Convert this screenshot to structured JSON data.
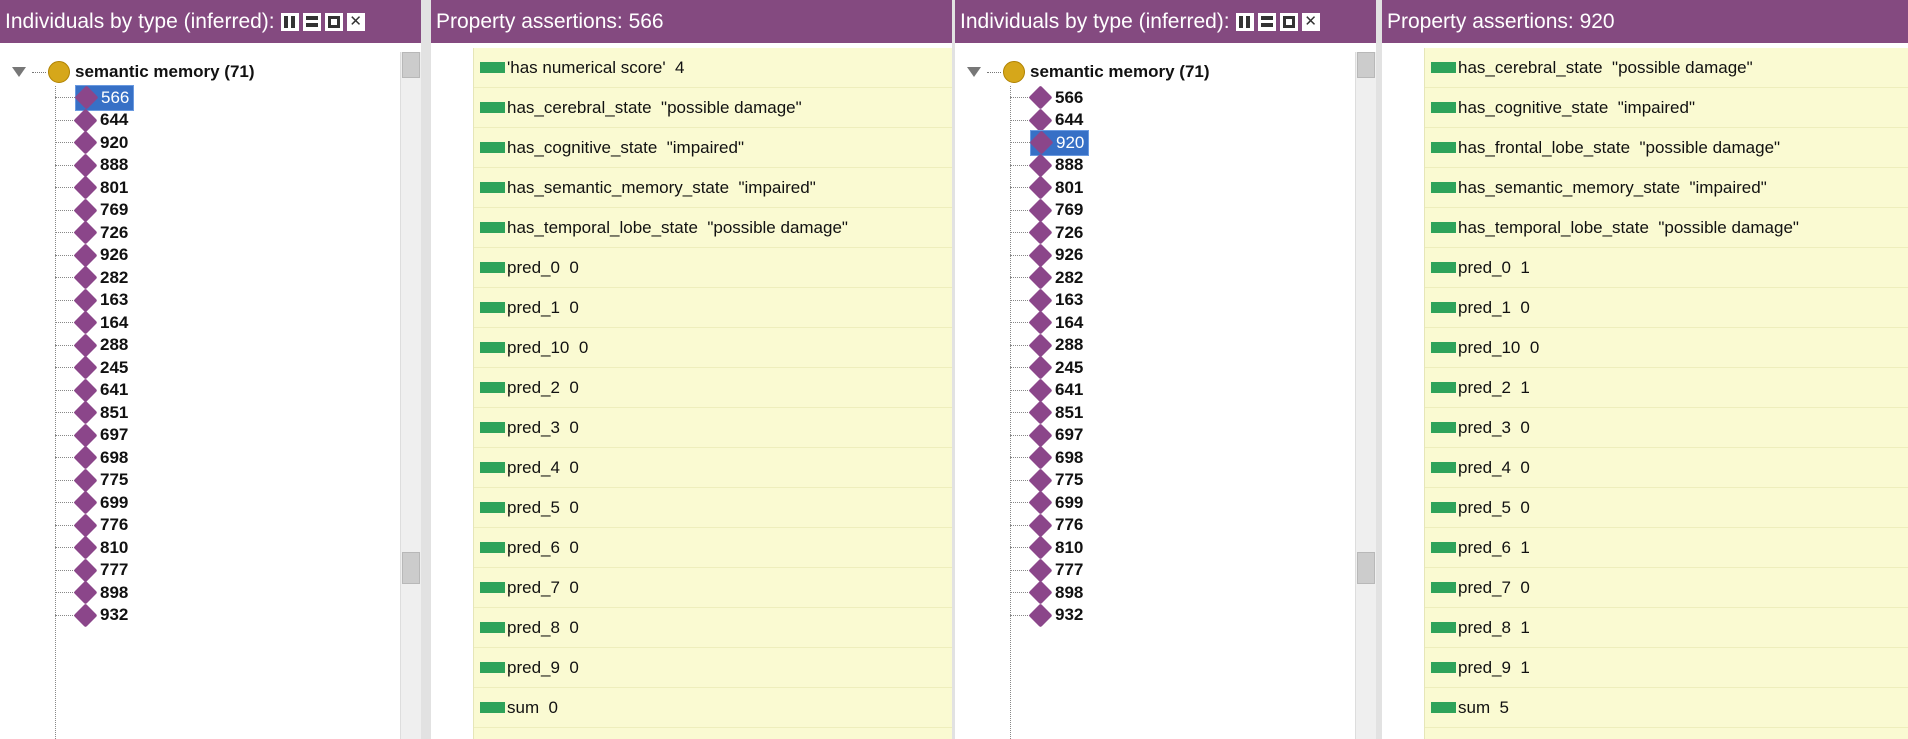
{
  "panels": {
    "left_tree": {
      "title": "Individuals by type (inferred):",
      "root_label": "semantic memory (71)",
      "selected": "566",
      "items": [
        "566",
        "644",
        "920",
        "888",
        "801",
        "769",
        "726",
        "926",
        "282",
        "163",
        "164",
        "288",
        "245",
        "641",
        "851",
        "697",
        "698",
        "775",
        "699",
        "776",
        "810",
        "777",
        "898",
        "932"
      ]
    },
    "left_props": {
      "title": "Property assertions: 566",
      "rows": [
        "'has numerical score'  4",
        "has_cerebral_state  \"possible damage\"",
        "has_cognitive_state  \"impaired\"",
        "has_semantic_memory_state  \"impaired\"",
        "has_temporal_lobe_state  \"possible damage\"",
        "pred_0  0",
        "pred_1  0",
        "pred_10  0",
        "pred_2  0",
        "pred_3  0",
        "pred_4  0",
        "pred_5  0",
        "pred_6  0",
        "pred_7  0",
        "pred_8  0",
        "pred_9  0",
        "sum  0"
      ]
    },
    "right_tree": {
      "title": "Individuals by type (inferred):",
      "root_label": "semantic memory (71)",
      "selected": "920",
      "items": [
        "566",
        "644",
        "920",
        "888",
        "801",
        "769",
        "726",
        "926",
        "282",
        "163",
        "164",
        "288",
        "245",
        "641",
        "851",
        "697",
        "698",
        "775",
        "699",
        "776",
        "810",
        "777",
        "898",
        "932"
      ]
    },
    "right_props": {
      "title": "Property assertions: 920",
      "rows": [
        "has_cerebral_state  \"possible damage\"",
        "has_cognitive_state  \"impaired\"",
        "has_frontal_lobe_state  \"possible damage\"",
        "has_semantic_memory_state  \"impaired\"",
        "has_temporal_lobe_state  \"possible damage\"",
        "pred_0  1",
        "pred_1  0",
        "pred_10  0",
        "pred_2  1",
        "pred_3  0",
        "pred_4  0",
        "pred_5  0",
        "pred_6  1",
        "pred_7  0",
        "pred_8  1",
        "pred_9  1",
        "sum  5"
      ]
    }
  },
  "colors": {
    "titlebar": "#844a80",
    "individual_icon": "#8b468a",
    "class_icon": "#d6a71a",
    "selection": "#3770c6",
    "assertion_bg": "#fafad2",
    "property_icon": "#2ea35a"
  }
}
